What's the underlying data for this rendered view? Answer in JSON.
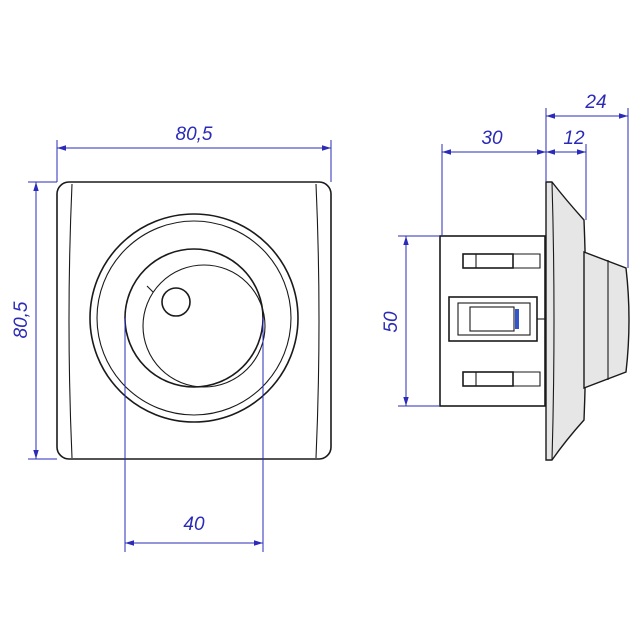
{
  "dimensions": {
    "front_width": "80,5",
    "front_height": "80,5",
    "knob_diameter": "40",
    "side_height": "50",
    "side_body_depth": "30",
    "side_cover_depth": "12",
    "side_total_depth": "24"
  },
  "colors": {
    "line": "#1a1a1a",
    "dimension": "#2b2bb8"
  }
}
